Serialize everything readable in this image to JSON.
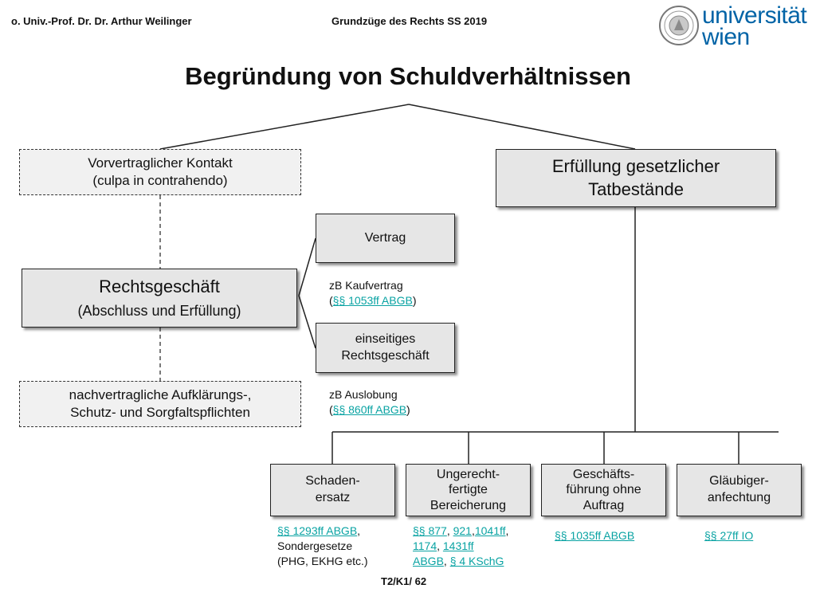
{
  "header": {
    "author": "o. Univ.-Prof. Dr. Dr. Arthur Weilinger",
    "course": "Grundzüge des Rechts SS 2019",
    "logo_line1": "universität",
    "logo_line2": "wien"
  },
  "title": "Begründung von Schuldverhältnissen",
  "nodes": {
    "vorvertraglich": [
      "Vorvertraglicher Kontakt",
      "(culpa in contrahendo)"
    ],
    "gesetzlich": [
      "Erfüllung gesetzlicher",
      "Tatbestände"
    ],
    "rechtsgeschaeft": [
      "Rechtsgeschäft",
      "(Abschluss und Erfüllung)"
    ],
    "nachvertraglich": [
      "nachvertragliche Aufklärungs-,",
      "Schutz- und Sorgfaltspflichten"
    ],
    "vertrag": "Vertrag",
    "einseitig": [
      "einseitiges",
      "Rechtsgeschäft"
    ],
    "schadenersatz": [
      "Schaden-",
      "ersatz"
    ],
    "bereicherung": [
      "Ungerecht-",
      "fertigte",
      "Bereicherung"
    ],
    "gfoa": [
      "Geschäfts-",
      "führung ohne",
      "Auftrag"
    ],
    "anfechtung": [
      "Gläubiger-",
      "anfechtung"
    ]
  },
  "notes": {
    "vertrag_example": "zB Kaufvertrag",
    "vertrag_link": "§§ 1053ff ABGB",
    "einseitig_example": "zB Auslobung",
    "einseitig_link": "§§ 860ff ABGB",
    "schadenersatz_link": "§§ 1293ff ABGB",
    "schadenersatz_line2": "Sondergesetze",
    "schadenersatz_line3": "(PHG, EKHG etc.)",
    "bereicherung_links": [
      "§§ 877",
      "921",
      "1041ff",
      "1174",
      "1431ff",
      "ABGB",
      "§ 4 KSchG"
    ],
    "gfoa_link": "§§ 1035ff ABGB",
    "anfechtung_link": "§§ 27ff IO"
  },
  "footer": {
    "page": "T2/K1/ 62"
  }
}
